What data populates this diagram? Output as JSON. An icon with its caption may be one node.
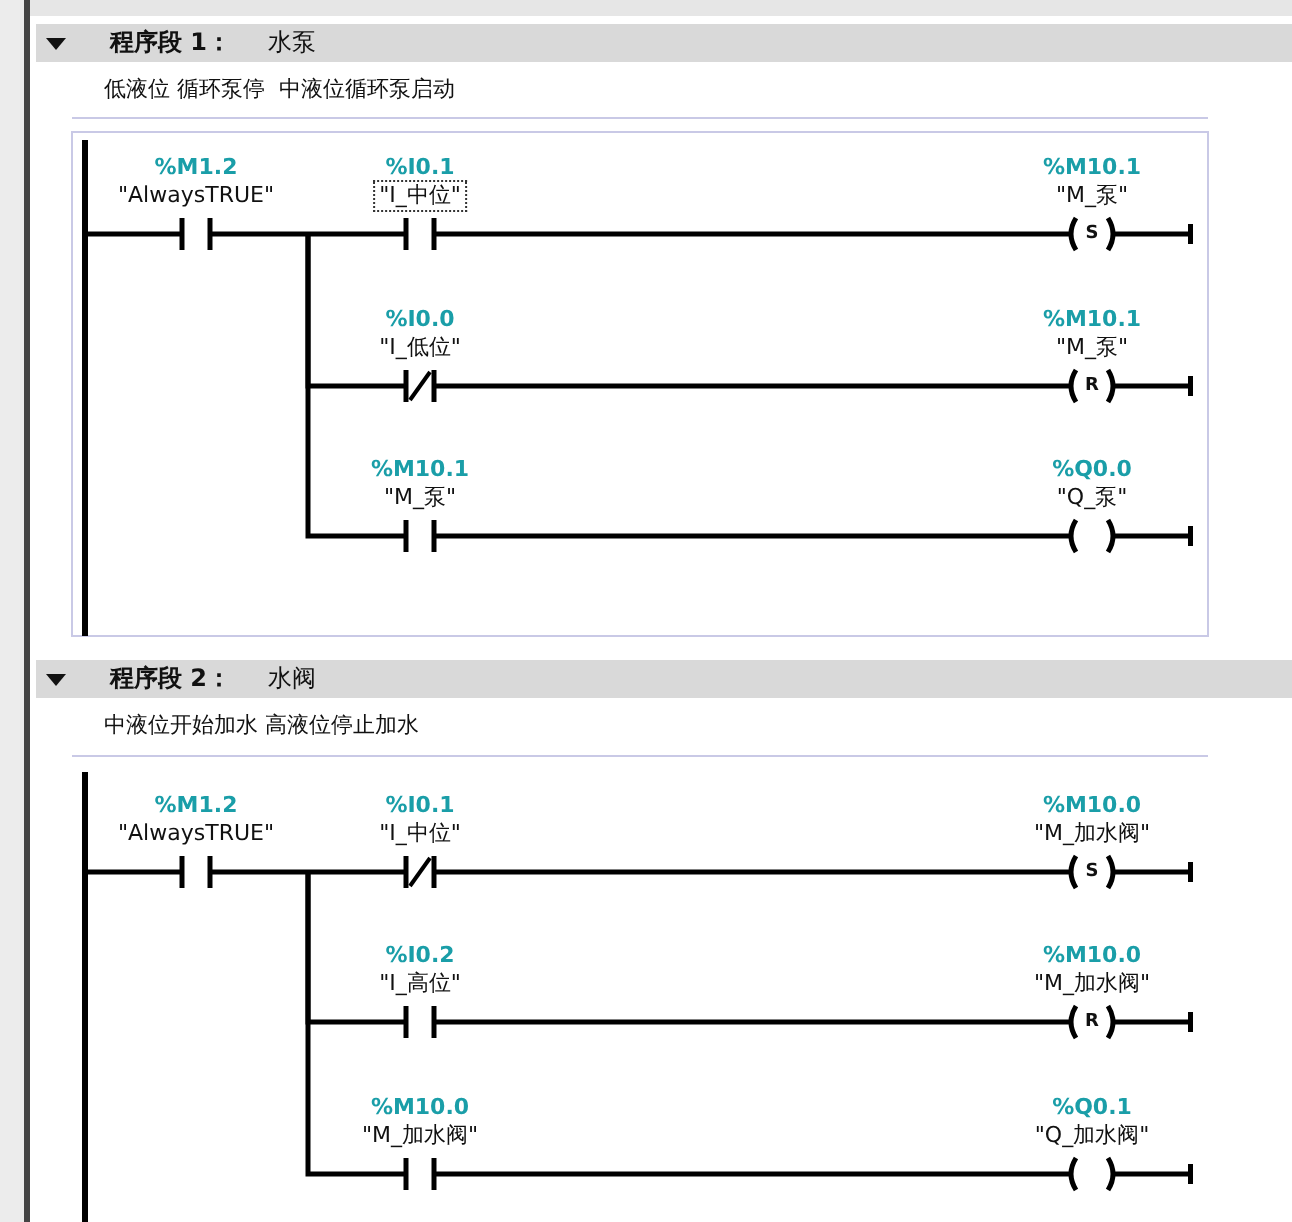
{
  "diagram": {
    "nodes": [
      {
        "text": [
          "程序段 1：",
          "水泵"
        ]
      },
      {
        "text": [],
        "shape": "bar"
      },
      {
        "text": [
          "%M1.2",
          "\"AlwaysTRUE\""
        ]
      },
      {
        "text": [
          "%I0.1",
          "\"I_中位\""
        ]
      },
      {
        "text": [
          "%M10.1",
          "\"M_泵\"",
          "S"
        ]
      },
      {
        "text": [
          "%I0.0",
          "\"I_低位\""
        ]
      },
      {
        "text": [
          "%M10.1",
          "\"M_泵\"",
          "R"
        ]
      },
      {
        "text": [
          "%M10.1",
          "\"M_泵\""
        ]
      },
      {
        "text": [
          "%Q0.0",
          "\"Q_泵\""
        ]
      },
      {
        "text": [
          "程序段 2：",
          "水阀"
        ]
      },
      {
        "text": [],
        "shape": "bar"
      },
      {
        "text": [
          "%M1.2",
          "\"AlwaysTRUE\""
        ]
      },
      {
        "text": [
          "%I0.1",
          "\"I_中位\""
        ]
      },
      {
        "text": [
          "%M10.0",
          "\"M_加水阀\"",
          "S"
        ]
      },
      {
        "text": [
          "%I0.2",
          "\"I_高位\""
        ]
      },
      {
        "text": [
          "%M10.0",
          "\"M_加水阀\"",
          "R"
        ]
      },
      {
        "text": [
          "%M10.0",
          "\"M_加水阀\""
        ]
      },
      {
        "text": [
          "%Q0.1",
          "\"Q_加水阀\""
        ]
      }
    ],
    "edges": [
      {
        "from": 1,
        "to": 2,
        "arrow": "none"
      },
      {
        "from": 2,
        "to": 3,
        "arrow": "none"
      },
      {
        "from": 2,
        "to": 5,
        "arrow": "none"
      },
      {
        "from": 2,
        "to": 7,
        "arrow": "none"
      },
      {
        "from": 3,
        "to": 4,
        "arrow": "none"
      },
      {
        "from": 5,
        "to": 6,
        "arrow": "none"
      },
      {
        "from": 7,
        "to": 8,
        "arrow": "none"
      },
      {
        "from": 10,
        "to": 11,
        "arrow": "none"
      },
      {
        "from": 11,
        "to": 12,
        "arrow": "none"
      },
      {
        "from": 11,
        "to": 14,
        "arrow": "none"
      },
      {
        "from": 11,
        "to": 16,
        "arrow": "none"
      },
      {
        "from": 12,
        "to": 13,
        "arrow": "none"
      },
      {
        "from": 14,
        "to": 15,
        "arrow": "none"
      },
      {
        "from": 16,
        "to": 17,
        "arrow": "none"
      }
    ],
    "labels": [
      "低液位 循环泵停  中液位循环泵启动",
      "中液位开始加水 高液位停止加水"
    ]
  }
}
